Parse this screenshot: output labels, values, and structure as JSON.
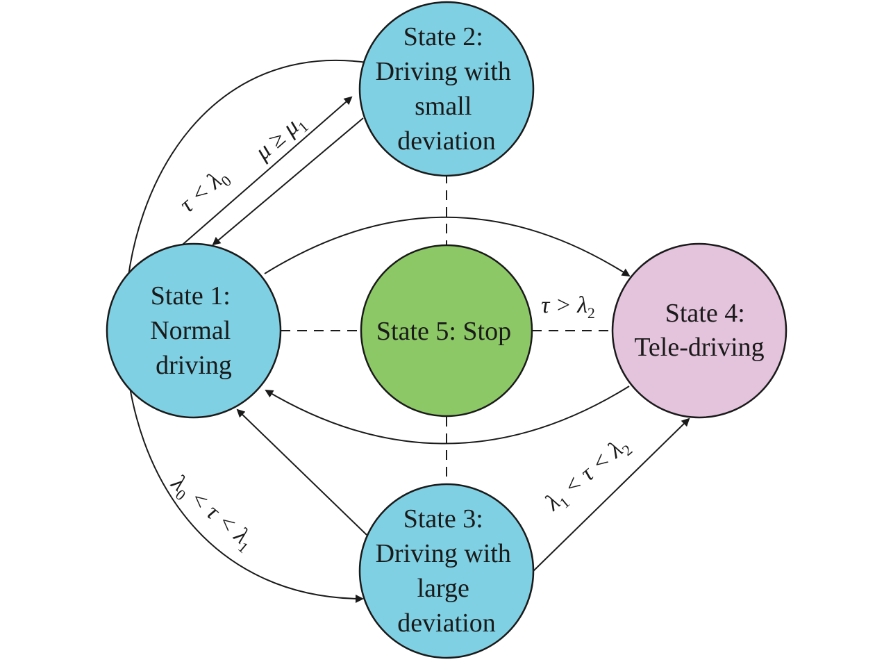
{
  "colors": {
    "state_blue": "#7fd0e3",
    "state_green": "#8cc865",
    "state_pink": "#e4c3dc",
    "stroke": "#1a1a1a"
  },
  "nodes": {
    "state1": {
      "lines": [
        "State 1:",
        "Normal",
        "driving"
      ]
    },
    "state2": {
      "lines": [
        "State 2:",
        "Driving with",
        "small",
        "deviation"
      ]
    },
    "state3": {
      "lines": [
        "State 3:",
        "Driving with",
        "large",
        "deviation"
      ]
    },
    "state4": {
      "lines": [
        "State 4:",
        "Tele-driving"
      ]
    },
    "state5": {
      "lines": [
        "State 5: Stop"
      ]
    }
  },
  "labels": {
    "mu_ge_mu1": {
      "a": "μ ≥ μ",
      "a_sub": "1"
    },
    "tau_lt_lambda0": {
      "a": "τ < λ",
      "a_sub": "0"
    },
    "tau_gt_lambda2": {
      "a": "τ > λ",
      "a_sub": "2"
    },
    "lambda0_tau_lambda1": {
      "a": "λ",
      "a_sub": "0",
      "b": " < τ < λ",
      "b_sub": "1"
    },
    "lambda1_tau_lambda2": {
      "a": "λ",
      "a_sub": "1",
      "b": " < τ < λ",
      "b_sub": "2"
    }
  }
}
